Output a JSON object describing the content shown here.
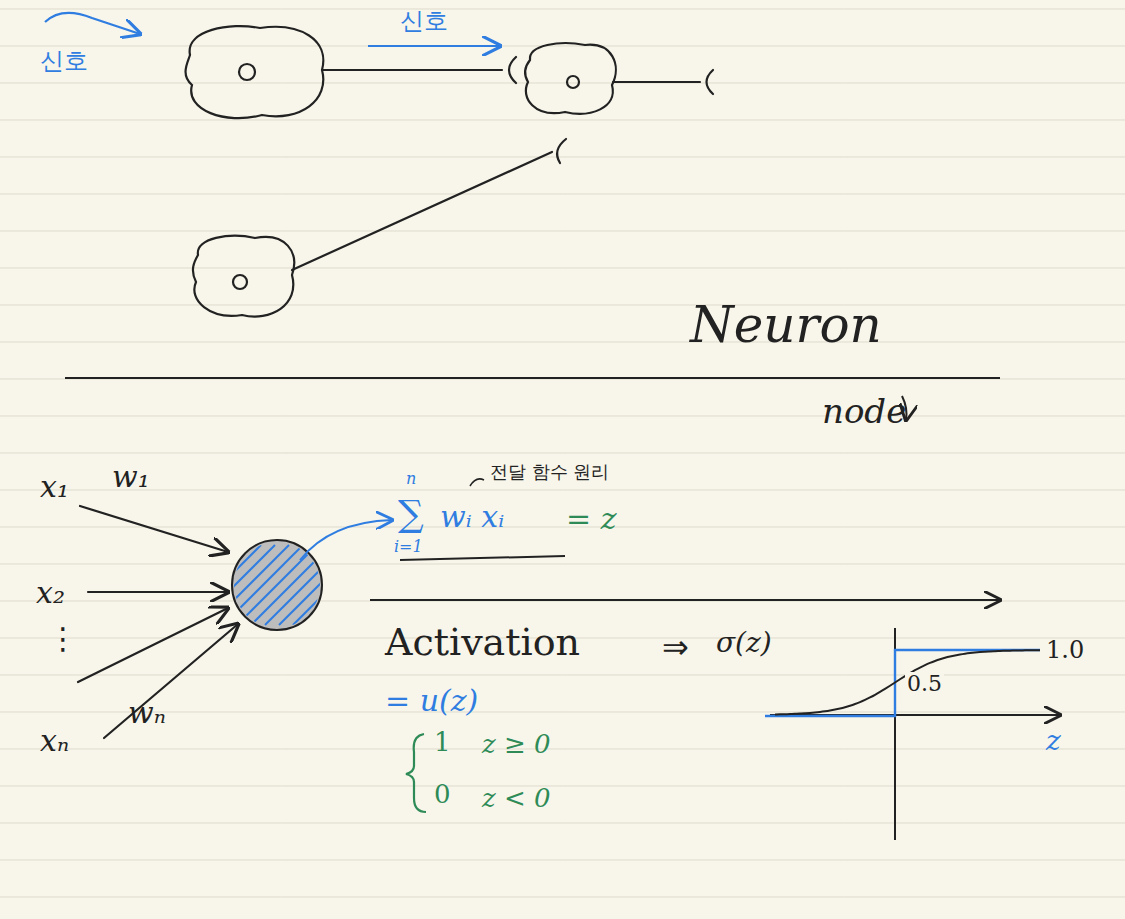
{
  "diagram": {
    "labels": [
      "신호",
      "신호",
      "Neuron",
      "node",
      "x₁",
      "w₁",
      "x₂",
      "⋮",
      "xₙ",
      "wₙ",
      "전달 함수 원리",
      "∑",
      "n",
      "i=1",
      "wᵢ xᵢ",
      "= z",
      "Activation",
      "⇒",
      "σ(z)",
      "= u(z)",
      "1",
      "z ≥ 0",
      "0",
      "z < 0",
      "1.0",
      "0.5",
      "z"
    ]
  }
}
